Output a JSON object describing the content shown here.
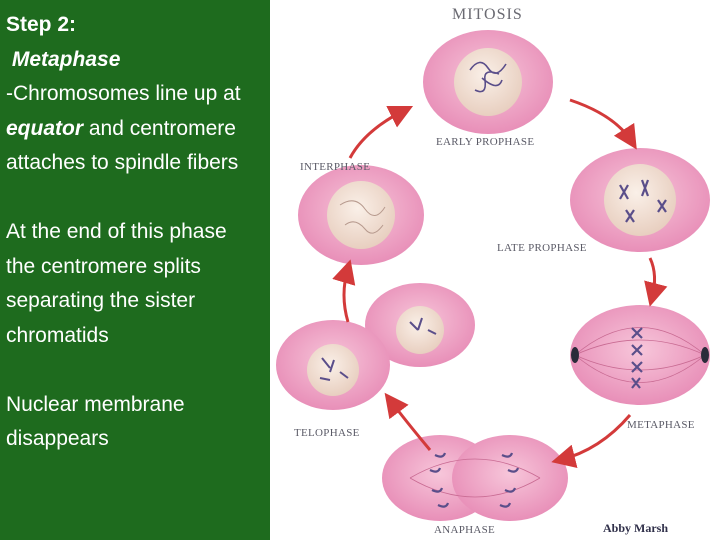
{
  "text": {
    "step": "Step 2:",
    "phase_name": " Metaphase",
    "line3": "-Chromosomes line up at",
    "line4_em": "equator",
    "line4_rest": " and centromere",
    "line5": "attaches to spindle fibers",
    "p2_line1": "At the end of this phase",
    "p2_line2": "the centromere splits",
    "p2_line3": "separating the sister",
    "p2_line4": "chromatids",
    "p3_line1": "Nuclear membrane",
    "p3_line2": "disappears"
  },
  "diagram": {
    "title": "MITOSIS",
    "labels": {
      "early_prophase": "EARLY PROPHASE",
      "interphase": "INTERPHASE",
      "late_prophase": "LATE PROPHASE",
      "metaphase": "METAPHASE",
      "telophase": "TELOPHASE",
      "anaphase": "ANAPHASE"
    },
    "credit": "Abby Marsh"
  },
  "colors": {
    "slide_background": "#1e6b1e",
    "cell_outer": "#eea6c6",
    "nucleus": "#f3e1d6",
    "chromosome": "#5a4e8a",
    "arrow": "#d33a3a"
  }
}
